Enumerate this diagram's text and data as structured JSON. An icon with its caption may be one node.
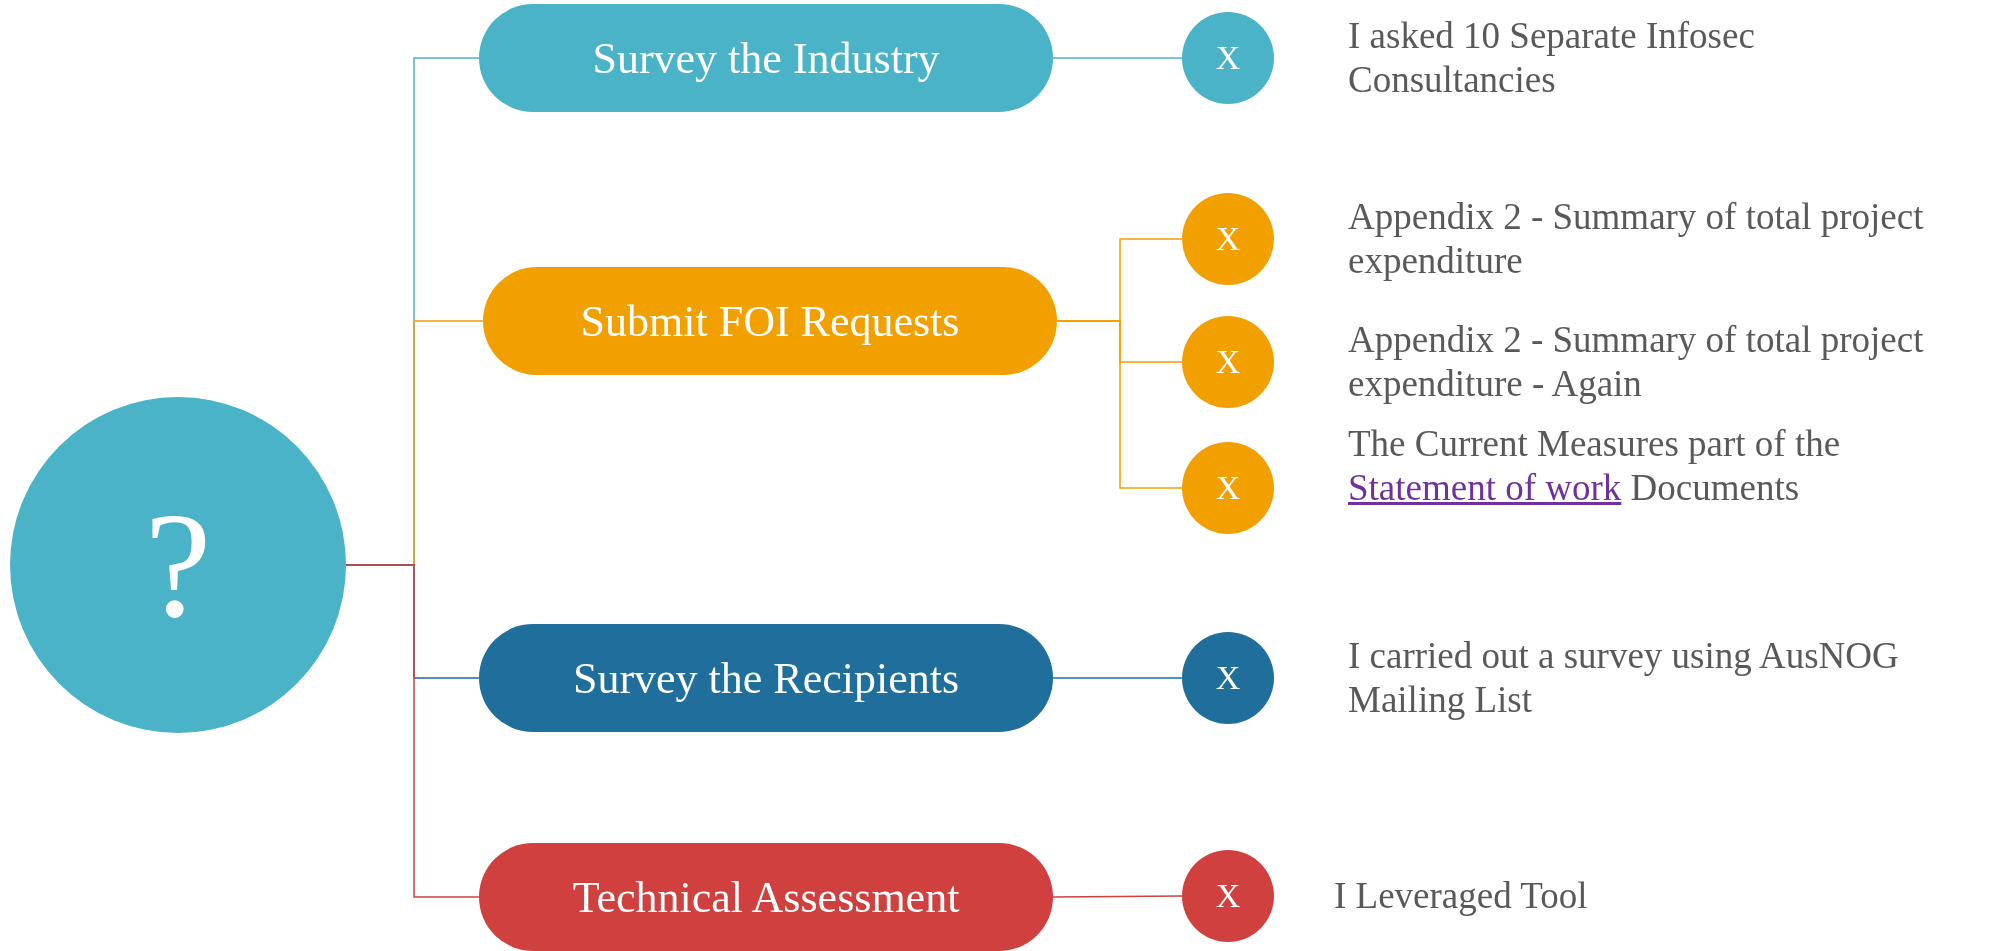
{
  "diagram": {
    "nodes": [
      {
        "text": [
          "?"
        ]
      },
      {
        "text": [
          "Survey the Industry"
        ]
      },
      {
        "text": [
          "Submit FOI Requests"
        ]
      },
      {
        "text": [
          "Survey the Recipients"
        ]
      },
      {
        "text": [
          "Technical Assessment"
        ]
      },
      {
        "text": [
          "X"
        ],
        "beside": [
          "I asked 10 Separate Infosec Consultancies"
        ]
      },
      {
        "text": [
          "X"
        ],
        "beside": [
          "Appendix 2 - Summary of total project expenditure"
        ]
      },
      {
        "text": [
          "X"
        ],
        "beside": [
          "Appendix 2 - Summary of total project expenditure - Again"
        ]
      },
      {
        "text": [
          "X"
        ],
        "beside": [
          "The Current Measures part of the",
          "Statement of work",
          "Documents"
        ]
      },
      {
        "text": [
          "X"
        ],
        "beside": [
          "I carried out a survey using AusNOG Mailing List"
        ]
      },
      {
        "text": [
          "X"
        ],
        "beside": [
          "I Leveraged Tool"
        ]
      }
    ],
    "edges": [
      {
        "from": 0,
        "to": 1,
        "arrow": "none",
        "color": "#4bb3c8"
      },
      {
        "from": 0,
        "to": 2,
        "arrow": "none",
        "color": "#f2a000"
      },
      {
        "from": 0,
        "to": 3,
        "arrow": "none",
        "color": "#1f6e9c"
      },
      {
        "from": 0,
        "to": 4,
        "arrow": "none",
        "color": "#d0403f"
      },
      {
        "from": 1,
        "to": 5,
        "arrow": "none",
        "color": "#4bb3c8"
      },
      {
        "from": 2,
        "to": 6,
        "arrow": "none",
        "color": "#f2a000"
      },
      {
        "from": 2,
        "to": 7,
        "arrow": "none",
        "color": "#f2a000"
      },
      {
        "from": 2,
        "to": 8,
        "arrow": "none",
        "color": "#f2a000"
      },
      {
        "from": 3,
        "to": 9,
        "arrow": "none",
        "color": "#1f6e9c"
      },
      {
        "from": 4,
        "to": 10,
        "arrow": "none",
        "color": "#d0403f"
      }
    ]
  }
}
